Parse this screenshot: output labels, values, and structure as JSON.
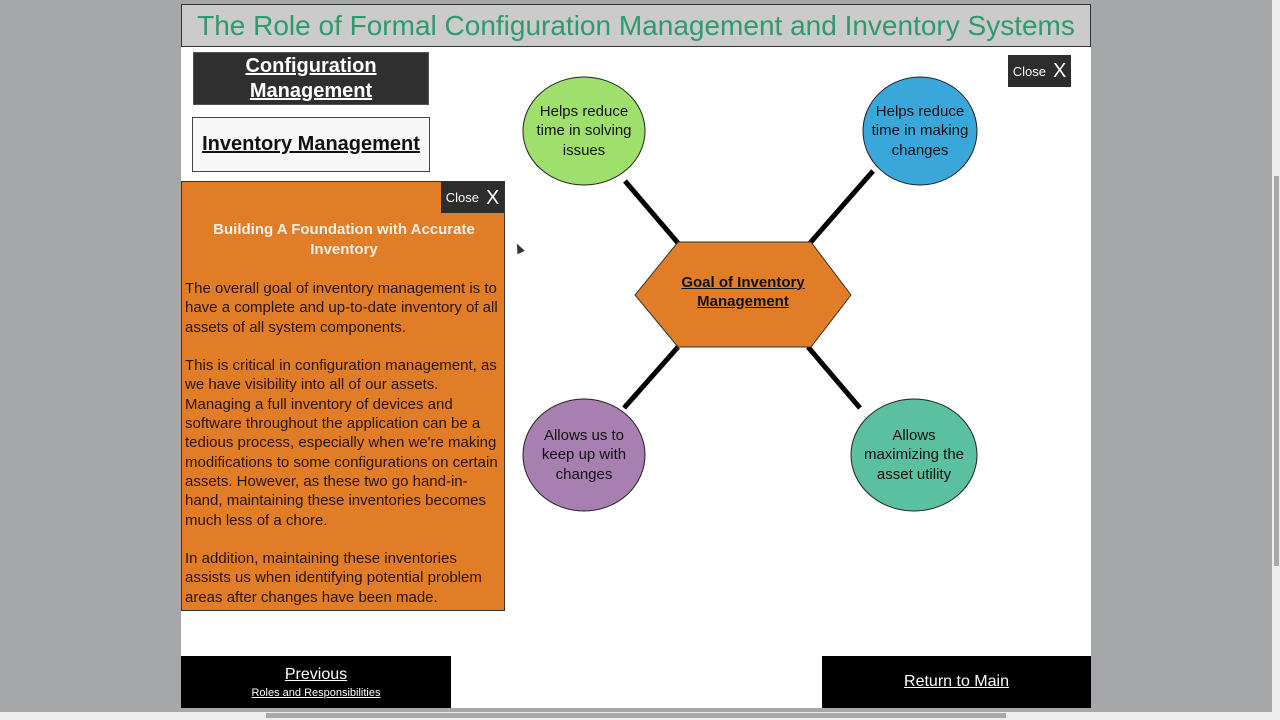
{
  "header": {
    "title": "The Role of Formal Configuration Management and Inventory Systems"
  },
  "tabs": [
    {
      "label": "Configuration Management",
      "active": true
    },
    {
      "label": "Inventory Management",
      "active": false
    }
  ],
  "panel": {
    "close_label": "Close",
    "close_icon": "X",
    "title": "Building A Foundation with Accurate Inventory",
    "paragraphs": [
      "The overall goal of inventory management is to have a complete and up-to-date inventory of all assets of all system components.",
      "This is critical in configuration management, as we have visibility into all of our assets. Managing a full inventory of devices and software throughout the application can be a tedious process, especially when we're making modifications to some configurations on certain assets. However, as these two go hand-in-hand, maintaining these inventories becomes much less of a chore.",
      "In addition, maintaining these inventories assists us when identifying potential problem areas after changes have been made."
    ]
  },
  "top_close": {
    "label": "Close",
    "icon": "X"
  },
  "diagram": {
    "center": {
      "label": "Goal of Inventory Management",
      "color": "#e17d26"
    },
    "nodes": [
      {
        "label": "Helps reduce time in solving issues",
        "color": "#9ee06b",
        "position": "top-left"
      },
      {
        "label": "Helps reduce time in making changes",
        "color": "#3aa7da",
        "position": "top-right"
      },
      {
        "label": "Allows us to keep up with changes",
        "color": "#a77fb0",
        "position": "bottom-left"
      },
      {
        "label": "Allows maximizing the asset utility",
        "color": "#5bc09f",
        "position": "bottom-right"
      }
    ]
  },
  "nav": {
    "previous_label": "Previous",
    "previous_sub": "Roles and Responsibilities",
    "main_label": "Return to Main"
  },
  "colors": {
    "title": "#2e9a6e",
    "accent_orange": "#e17d26"
  }
}
